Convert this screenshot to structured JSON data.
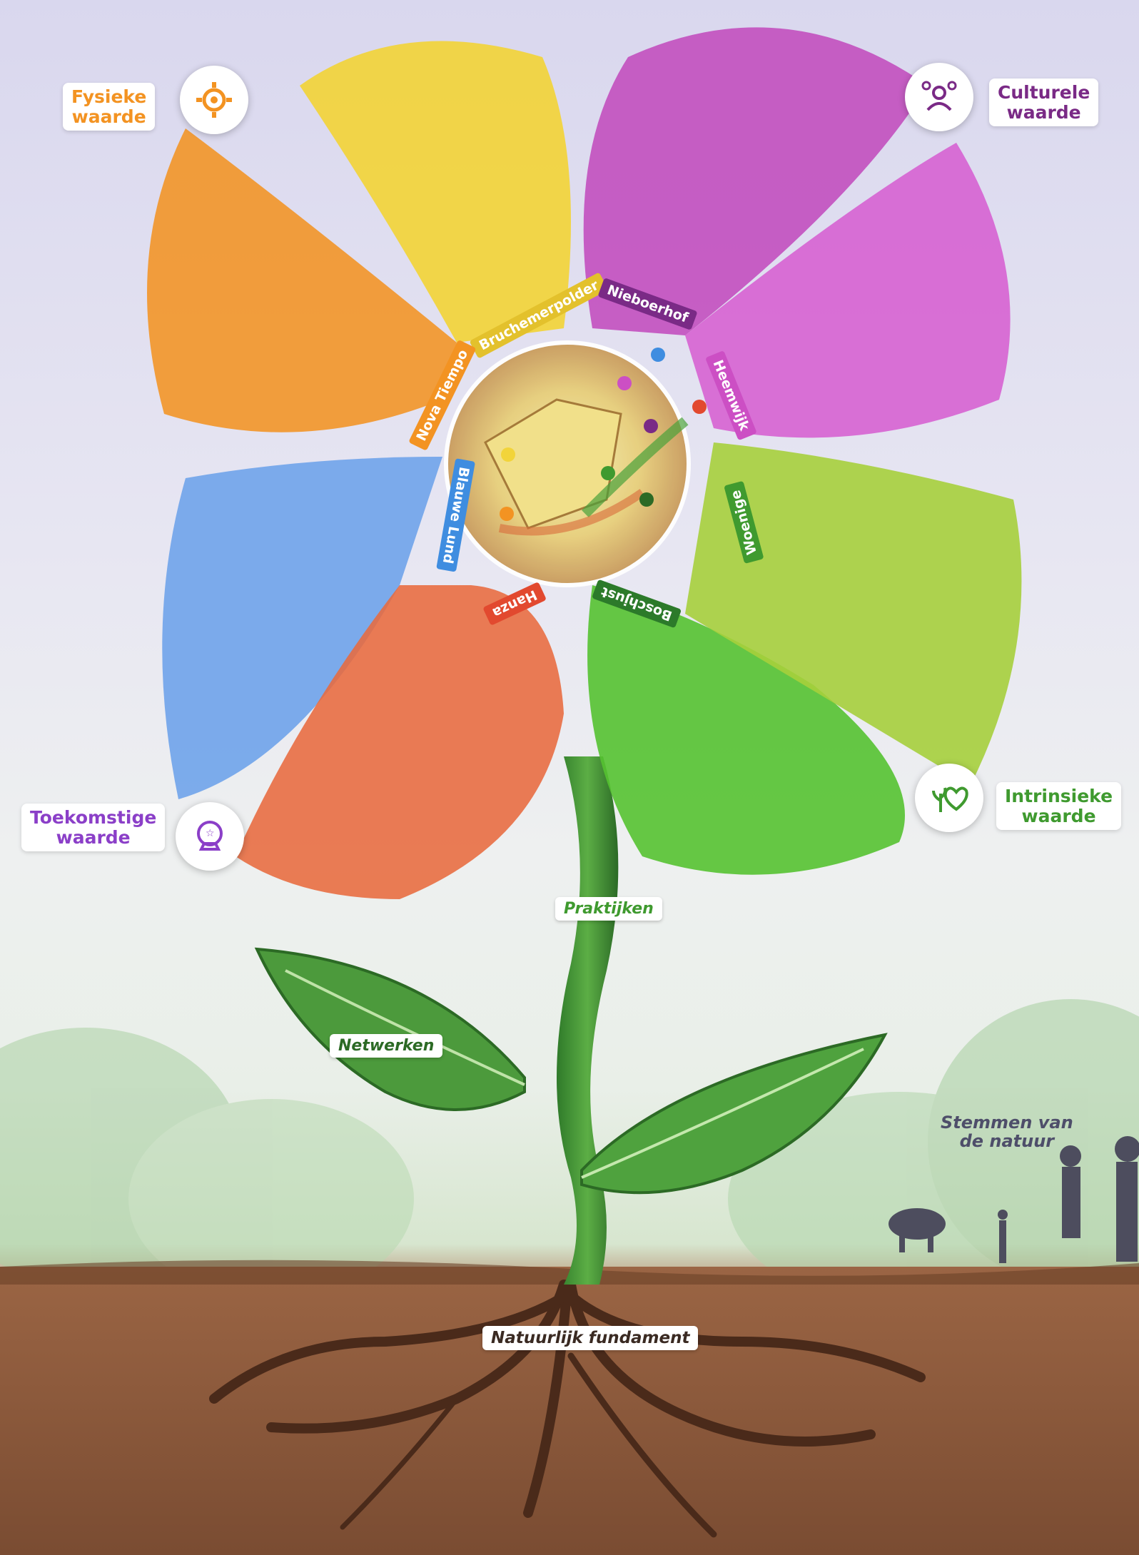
{
  "values": {
    "fysieke": "Fysieke\nwaarde",
    "culturele": "Culturele\nwaarde",
    "intrinsieke": "Intrinsieke\nwaarde",
    "toekomstige": "Toekomstige\nwaarde"
  },
  "petals": {
    "bruchemerpolder": "Bruchemerpolder",
    "nieboerhof": "Nieboerhof",
    "nova_tiempo": "Nova Tiempo",
    "heemwijk": "Heemwijk",
    "blauwe_lund": "Blauwe Lund",
    "woenige": "Woenige",
    "hanza": "Hanza",
    "boschjust": "Boschjust"
  },
  "plant": {
    "praktijken": "Praktijken",
    "netwerken": "Netwerken",
    "stemmen": "Stemmen van\nde natuur",
    "fundament": "Natuurlijk fundament"
  },
  "colors": {
    "orange": "#f39322",
    "yellow": "#f2d43a",
    "magenta": "#cc4fc4",
    "purple": "#7a2a86",
    "blue": "#3f8de0",
    "red": "#e2492f",
    "green": "#3f9a2f",
    "lightgreen": "#a6cf3c",
    "violet": "#8b3fc8"
  },
  "icons": [
    "gear-icon",
    "people-icon",
    "heart-plant-icon",
    "crystal-ball-icon"
  ]
}
